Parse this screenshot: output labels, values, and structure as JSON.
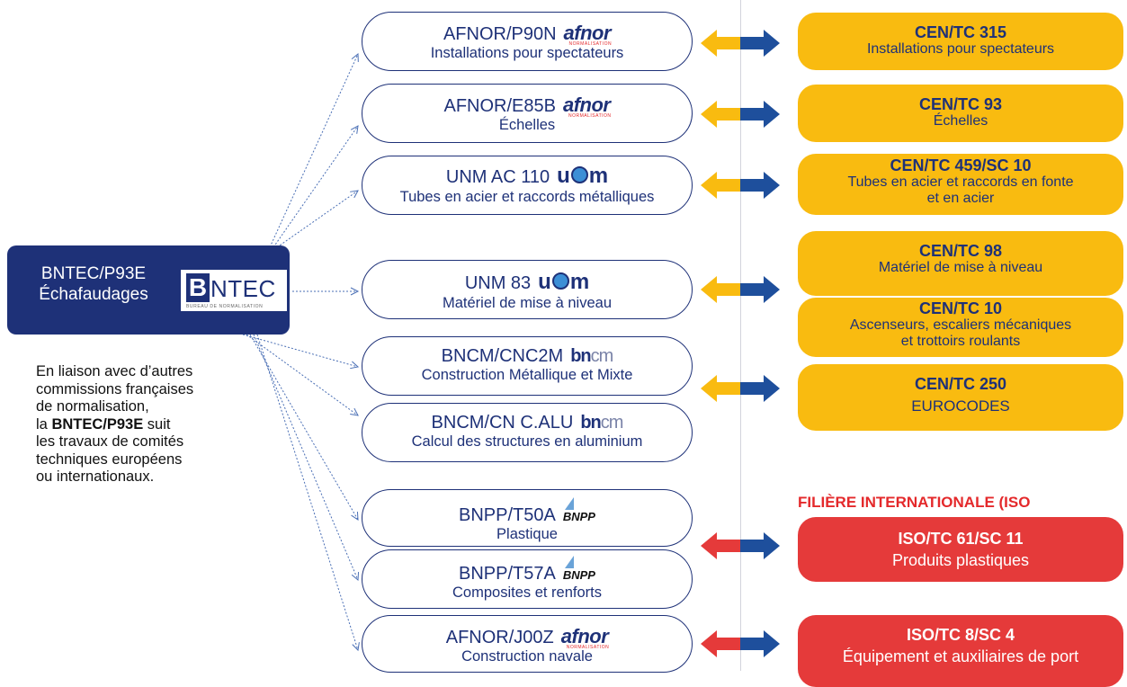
{
  "colors": {
    "navy": "#1e3178",
    "cen_yellow": "#f9bb10",
    "iso_red": "#e53a3a",
    "link_blue": "#4a6fb5"
  },
  "center": {
    "code": "BNTEC/P93E",
    "title": "Échafaudages",
    "logo_name": "bntec-logo",
    "logo_text": "BNTEC",
    "logo_sub": "BUREAU DE NORMALISATION"
  },
  "note": {
    "line1": "En liaison avec d’autres",
    "line2": "commissions françaises",
    "line3": "de normalisation,",
    "line4_pre": "la ",
    "line4_bold": "BNTEC/P93E",
    "line4_post": " suit",
    "line5": "les travaux de comités",
    "line6": "techniques européens",
    "line7": "ou internationaux."
  },
  "national": [
    {
      "code": "AFNOR/P90N",
      "logo": "afnor",
      "title": "Installations pour spectateurs"
    },
    {
      "code": "AFNOR/E85B",
      "logo": "afnor",
      "title": "Échelles"
    },
    {
      "code": "UNM AC 110",
      "logo": "unm",
      "title": "Tubes en acier et raccords métalliques"
    },
    {
      "code": "UNM 83",
      "logo": "unm",
      "title": "Matériel de mise à niveau"
    },
    {
      "code": "BNCM/CNC2M",
      "logo": "bncm",
      "title": "Construction Métallique et Mixte"
    },
    {
      "code": "BNCM/CN C.ALU",
      "logo": "bncm",
      "title": "Calcul des structures en aluminium"
    },
    {
      "code": "BNPP/T50A",
      "logo": "bnpp",
      "title": "Plastique"
    },
    {
      "code": "BNPP/T57A",
      "logo": "bnpp",
      "title": "Composites et renforts"
    },
    {
      "code": "AFNOR/J00Z",
      "logo": "afnor",
      "title": "Construction navale"
    }
  ],
  "logos": {
    "afnor": "afnor",
    "afnor_sub": "NORMALISATION",
    "unm_u": "u",
    "unm_m": "m",
    "bncm_b": "bn",
    "bncm_c": "cm",
    "bnpp": "BNPP"
  },
  "european": [
    {
      "code": "CEN/TC 315",
      "desc": "Installations pour spectateurs"
    },
    {
      "code": "CEN/TC 93",
      "desc": "Échelles"
    },
    {
      "code": "CEN/TC 459/SC 10",
      "desc": "Tubes en acier et raccords en fonte",
      "desc2": "et en acier"
    },
    {
      "code": "CEN/TC 98",
      "desc": "Matériel de mise à niveau"
    },
    {
      "code": "CEN/TC 10",
      "desc": "Ascenseurs, escaliers mécaniques",
      "desc2": "et trottoirs roulants"
    },
    {
      "code": "CEN/TC 250",
      "desc": "EUROCODES"
    }
  ],
  "international_heading": "FILIÈRE INTERNATIONALE (ISO",
  "international": [
    {
      "code": "ISO/TC 61/SC 11",
      "desc": "Produits plastiques"
    },
    {
      "code": "ISO/TC 8/SC 4",
      "desc": "Équipement et auxiliaires de port"
    }
  ]
}
